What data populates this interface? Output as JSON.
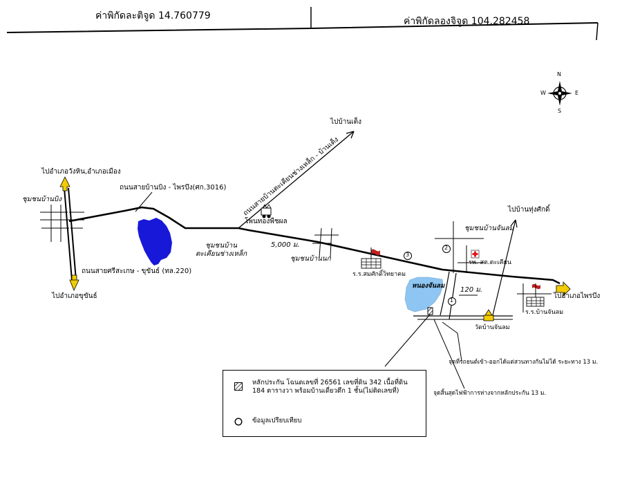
{
  "header": {
    "latitude": "ค่าพิกัดละติจูด 14.760779",
    "longitude": "ค่าพิกัดลองจิจูด 104.282458"
  },
  "compass": {
    "n": "N",
    "s": "S",
    "e": "E",
    "w": "W"
  },
  "labels": {
    "to_ban_teng": "ไปบ้านเต็ง",
    "to_wang_hin": "ไปอำเภอวังหิน,อำเภอเมือง",
    "road_ban_bing": "ถนนสายบ้านบิง - ไพรบึง(ศก.3016)",
    "road_diagonal": "ถนนสายบ้านตะเคียนช่างเหล็ก - บ้านเต็ง",
    "community_ban_bing": "ชุมชนบ้านบิง",
    "phon_thong": "โพนทองพืชผล",
    "community_takhian": "ชุมชนบ้าน\nตะเคียนช่างเหล็ก",
    "distance_5000": "5,000 ม.",
    "community_ban_nok": "ชุมชนบ้านนก",
    "school_somsak": "ร.ร.สมศักดิ์วิทยาคม",
    "to_thung_sak": "ไปบ้านทุ่งศักดิ์",
    "community_jan_lom": "ชุมชนบ้านจันลม",
    "hospital": "รพ. สต.ตะเคียน",
    "to_phrai_bueng": "ไปอำเภอไพรบึง",
    "school_jan_lom": "ร.ร.บ้านจันลม",
    "pond": "หนองจันลม",
    "distance_120": "120 ม.",
    "temple": "วัดบ้านจันลม",
    "road_srisaket": "ถนนสายศรีสะเกษ - ขุขันธ์ (ทล.220)",
    "to_khukhan": "ไปอำเภอขุขันธ์",
    "note_entry": "จุดที่รถยนต์เข้า-ออกได้แต่สวนทางกันไม่ได้ ระยะทาง 13 ม.",
    "note_power": "จุดสิ้นสุดไฟฟ้าการห่างจากหลักประกัน 13 ม.",
    "marker_1": "1",
    "marker_2": "2",
    "marker_3": "3"
  },
  "legend": {
    "collateral": "หลักประกัน โฉนดเลขที่ 26561 เลขที่ดิน 342 เนื้อที่ดิน 184 ตารางวา พร้อมบ้านเดี่ยวตึก 1 ชั้น(ไม่ติดเลขที่)",
    "comparable": "ข้อมูลเปรียบเทียบ"
  },
  "colors": {
    "water_dark": "#1818d8",
    "water_light": "#8ec5f2",
    "arrow_yellow": "#f2cc00",
    "hospital_cross": "#e8141c",
    "ink": "#000000"
  },
  "icons": [
    "compass-rose-icon",
    "arrow-up-icon",
    "arrow-down-icon",
    "arrow-right-icon",
    "school-icon",
    "hospital-icon",
    "temple-icon",
    "factory-icon",
    "collateral-hatch-icon",
    "comparable-circle-icon"
  ]
}
